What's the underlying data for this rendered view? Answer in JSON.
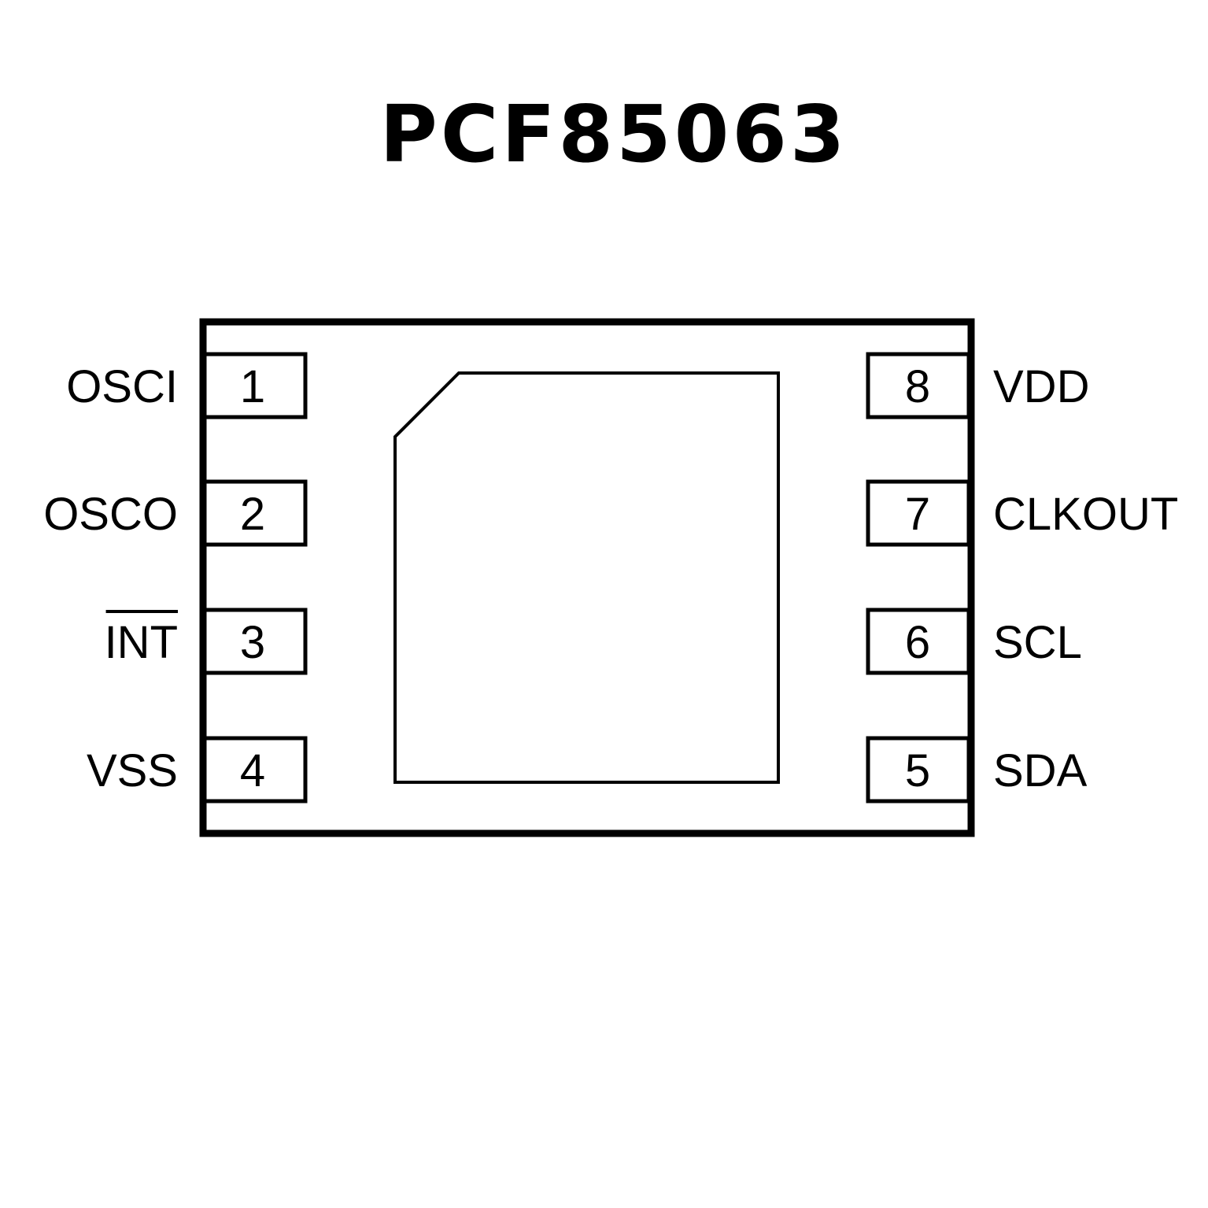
{
  "title": "PCF85063",
  "colors": {
    "stroke": "#000000",
    "background": "#ffffff"
  },
  "pins": {
    "left": [
      {
        "number": "1",
        "name": "OSCI",
        "active_low": false
      },
      {
        "number": "2",
        "name": "OSCO",
        "active_low": false
      },
      {
        "number": "3",
        "name": "INT",
        "active_low": true
      },
      {
        "number": "4",
        "name": "VSS",
        "active_low": false
      }
    ],
    "right": [
      {
        "number": "8",
        "name": "VDD",
        "active_low": false
      },
      {
        "number": "7",
        "name": "CLKOUT",
        "active_low": false
      },
      {
        "number": "6",
        "name": "SCL",
        "active_low": false
      },
      {
        "number": "5",
        "name": "SDA",
        "active_low": false
      }
    ]
  }
}
